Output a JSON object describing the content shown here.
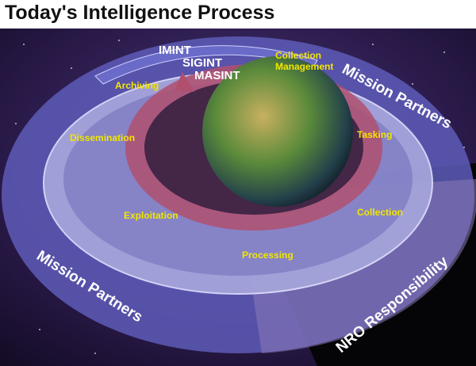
{
  "title": "Today's Intelligence Process",
  "intelligence_types": [
    "IMINT",
    "SIGINT",
    "MASINT"
  ],
  "stages": {
    "collection_management": [
      "Collection",
      "Management"
    ],
    "tasking": "Tasking",
    "collection": "Collection",
    "processing": "Processing",
    "exploitation": "Exploitation",
    "dissemination": "Dissemination",
    "archiving": "Archiving"
  },
  "regions": {
    "mission_partners_top": "Mission Partners",
    "mission_partners_bottom": "Mission Partners",
    "nro": "NRO Responsibility"
  },
  "colors": {
    "label": "#f2e600",
    "space": "#2a1a4a",
    "inner_ring": "#b0506e",
    "outer_ring": "#6a6ac8"
  }
}
